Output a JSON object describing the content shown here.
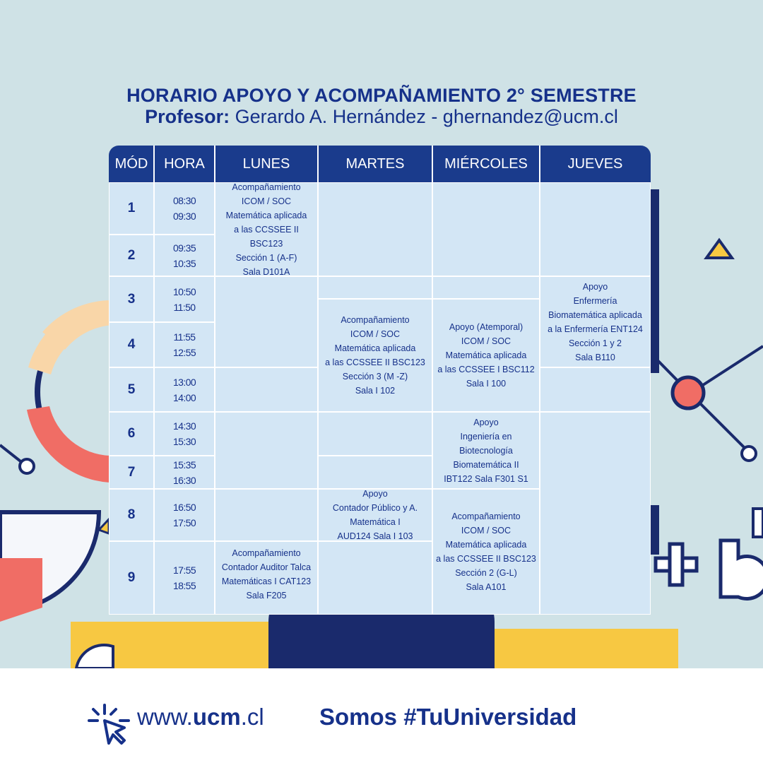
{
  "header": {
    "title": "HORARIO APOYO Y ACOMPAÑAMIENTO 2° SEMESTRE",
    "professor_label": "Profesor:",
    "professor_value": " Gerardo A. Hernández - ghernandez@ucm.cl"
  },
  "schedule": {
    "columns": [
      "MÓD",
      "HORA",
      "LUNES",
      "MARTES",
      "MIÉRCOLES",
      "JUEVES"
    ],
    "rows": [
      {
        "mod": "1",
        "start": "08:30",
        "end": "09:30"
      },
      {
        "mod": "2",
        "start": "09:35",
        "end": "10:35"
      },
      {
        "mod": "3",
        "start": "10:50",
        "end": "11:50"
      },
      {
        "mod": "4",
        "start": "11:55",
        "end": "12:55"
      },
      {
        "mod": "5",
        "start": "13:00",
        "end": "14:00"
      },
      {
        "mod": "6",
        "start": "14:30",
        "end": "15:30"
      },
      {
        "mod": "7",
        "start": "15:35",
        "end": "16:30"
      },
      {
        "mod": "8",
        "start": "16:50",
        "end": "17:50"
      },
      {
        "mod": "9",
        "start": "17:55",
        "end": "18:55"
      }
    ],
    "blocks": {
      "lunes_1": "Acompañamiento\nICOM / SOC\nMatemática aplicada\na las CCSSEE II BSC123\nSección 1 (A-F)\nSala    D101A",
      "lunes_9": "Acompañamiento\nContador Auditor Talca\nMatemáticas I CAT123\nSala    F205",
      "martes_4": "Acompañamiento\nICOM / SOC\nMatemática aplicada\na las CCSSEE II BSC123\nSección 3 (M -Z)\nSala    I 102",
      "martes_8": "Apoyo\nContador Público y A.\nMatemática I\nAUD124    Sala    I 103",
      "miercoles_4": "Apoyo (Atemporal)\nICOM / SOC\nMatemática aplicada\na las CCSSEE I BSC112\nSala    I 100",
      "miercoles_6": "Apoyo\nIngeniería en\nBiotecnología\nBiomatemática II\nIBT122    Sala F301    S1",
      "miercoles_8": "Acompañamiento\nICOM / SOC\nMatemática aplicada\na las CCSSEE II BSC123\nSección 2 (G-L)\nSala    A101",
      "jueves_3": "Apoyo\nEnfermería\nBiomatemática aplicada\na la Enfermería ENT124\nSección 1 y 2\nSala    B110"
    }
  },
  "footer": {
    "link_prefix": "www.",
    "link_bold": "ucm",
    "link_suffix": ".cl",
    "slogan": "Somos #TuUniversidad"
  },
  "colors": {
    "brand_blue": "#16318a",
    "header_blue": "#1a3b8c",
    "cell_blue": "#d3e6f5",
    "background": "#cfe2e6",
    "accent_coral": "#f06d65",
    "accent_yellow": "#f7c842"
  }
}
